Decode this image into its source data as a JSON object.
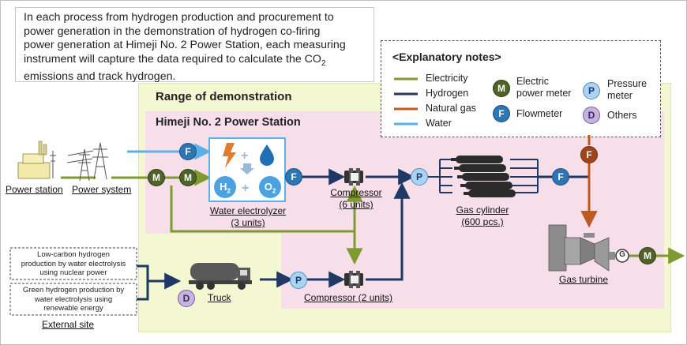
{
  "intro_text": "In each process from hydrogen production and procurement to power generation in the demonstration of hydrogen co-firing power generation at Himeji No. 2 Power Station, each measuring instrument will capture the data required to calculate the CO2 emissions and track hydrogen.",
  "intro_lines": [
    "In each process from hydrogen production and procurement to",
    "power generation in the demonstration of hydrogen co-firing",
    "power generation at Himeji No. 2 Power Station, each measuring",
    "instrument will capture the data required to calculate the CO",
    "emissions and track hydrogen."
  ],
  "intro_subscript": "2",
  "notes": {
    "title": "<Explanatory notes>",
    "lines": [
      {
        "label": "Electricity",
        "color": "#7f9a30"
      },
      {
        "label": "Hydrogen",
        "color": "#1f3864"
      },
      {
        "label": "Natural gas",
        "color": "#c0591f"
      },
      {
        "label": "Water",
        "color": "#5bb0e8"
      }
    ],
    "meters": [
      {
        "letter": "M",
        "label_lines": [
          "Electric",
          "power meter"
        ],
        "fill": "#4f6228",
        "text": "#ffffff"
      },
      {
        "letter": "P",
        "label_lines": [
          "Pressure",
          "meter"
        ],
        "fill": "#a9d3f2",
        "text": "#1f3864"
      },
      {
        "letter": "F",
        "label_lines": [
          "Flowmeter"
        ],
        "fill": "#2e75b6",
        "text": "#ffffff"
      },
      {
        "letter": "D",
        "label_lines": [
          "Others"
        ],
        "fill": "#c6b3e0",
        "text": "#3b2a5a"
      }
    ]
  },
  "range_title": "Range of demonstration",
  "station_title": "Himeji No. 2 Power Station",
  "labels": {
    "power_station": "Power station",
    "power_system": "Power system",
    "water_electrolyzer": "Water electrolyzer",
    "water_electrolyzer_units": "(3 units)",
    "compressor_top": "Compressor",
    "compressor_top_units": "(6 units)",
    "gas_cylinder": "Gas cylinder",
    "gas_cylinder_count": "(600 pcs.)",
    "gas_turbine": "Gas turbine",
    "truck": "Truck",
    "compressor_bottom": "Compressor (2 units)",
    "external_site": "External site",
    "h2": "H",
    "h2_sub": "2",
    "o2": "O",
    "o2_sub": "2",
    "generator": "G"
  },
  "sources": [
    [
      "Low-carbon hydrogen",
      "production by water electrolysis",
      "using nuclear power"
    ],
    [
      "Green hydrogen production by",
      "water electrolysis using",
      "renewable energy"
    ]
  ],
  "meter_letters": {
    "M": "M",
    "F": "F",
    "P": "P",
    "D": "D"
  },
  "colors": {
    "electricity": "#7f9a30",
    "hydrogen": "#1f3864",
    "natural_gas": "#c0591f",
    "water": "#5bb0e8",
    "range_bg": "#f3f8d2",
    "station_bg": "#f6dfe9"
  }
}
